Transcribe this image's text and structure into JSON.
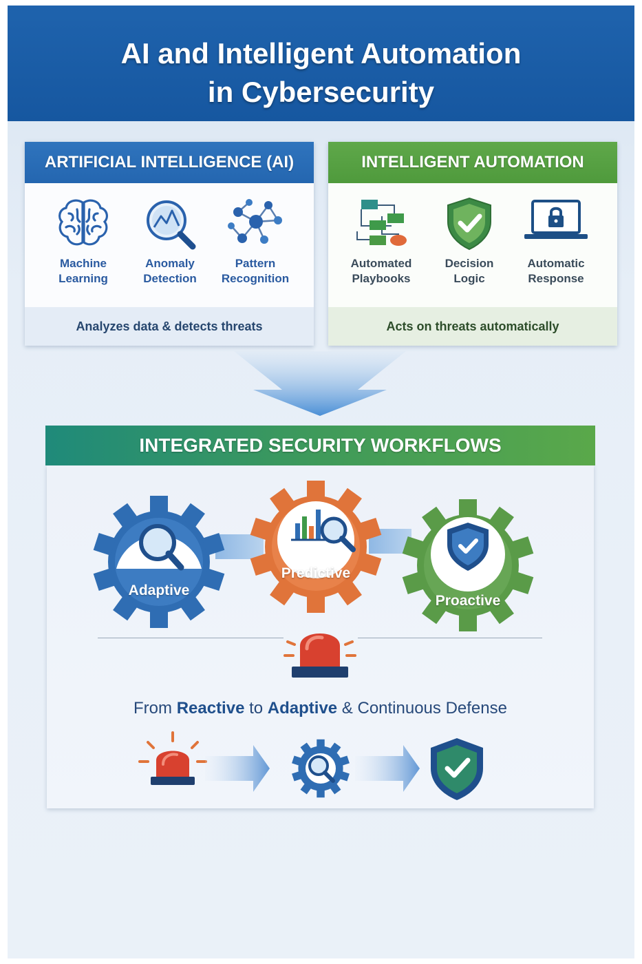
{
  "title": {
    "line1": "AI and Intelligent Automation",
    "line2": "in Cybersecurity"
  },
  "ai_panel": {
    "heading": "ARTIFICIAL INTELLIGENCE (AI)",
    "items": [
      {
        "label": "Machine\nLearning",
        "icon": "brain-icon"
      },
      {
        "label": "Anomaly\nDetection",
        "icon": "magnifier-chart-icon"
      },
      {
        "label": "Pattern\nRecognition",
        "icon": "network-nodes-icon"
      }
    ],
    "footer": "Analyzes data & detects threats"
  },
  "ia_panel": {
    "heading": "INTELLIGENT AUTOMATION",
    "items": [
      {
        "label": "Automated\nPlaybooks",
        "icon": "flowchart-icon"
      },
      {
        "label": "Decision\nLogic",
        "icon": "shield-check-icon"
      },
      {
        "label": "Automatic\nResponse",
        "icon": "laptop-lock-icon"
      }
    ],
    "footer": "Acts on threats automatically"
  },
  "workflow": {
    "heading": "INTEGRATED SECURITY WORKFLOWS",
    "gears": [
      {
        "label": "Adaptive",
        "color": "#2f6db3"
      },
      {
        "label": "Predictive",
        "color": "#e0743a"
      },
      {
        "label": "Proactive",
        "color": "#5a9b48"
      }
    ],
    "tagline": {
      "part1": "From ",
      "bold1": "Reactive",
      "part2": " to ",
      "bold2": "Adaptive",
      "part3": " & Continuous Defense"
    }
  },
  "colors": {
    "header_blue": "#1a5ca6",
    "ai_blue": "#2a6bb6",
    "ia_green": "#55a043",
    "alarm_red": "#d8412f"
  }
}
